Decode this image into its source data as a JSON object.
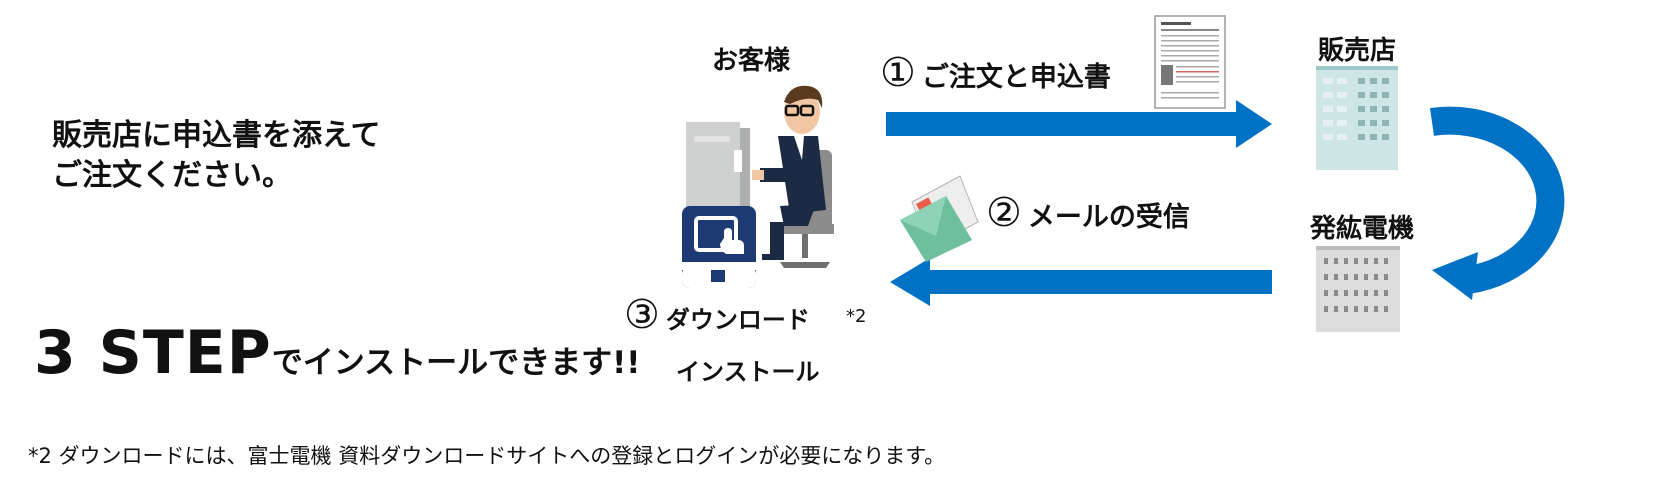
{
  "lead": {
    "line1": "販売店に申込書を添えて",
    "line2": "ご注文ください。"
  },
  "steps_headline": {
    "big": "3 STEP",
    "small": "でインストールできます!!"
  },
  "actors": {
    "customer": "お客様",
    "dealer": "販売店",
    "maker": "発紘電機"
  },
  "step1": {
    "number": "①",
    "label": "ご注文と申込書"
  },
  "step2": {
    "number": "②",
    "label": "メールの受信"
  },
  "step3": {
    "number": "③",
    "label_line1": "ダウンロード",
    "label_line2": "インストール",
    "note_mark": "*2"
  },
  "footnote": "*2 ダウンロードには、富士電機 資料ダウンロードサイトへの登録とログインが必要になります。",
  "colors": {
    "arrow": "#0072c6",
    "building": "#cfe6e6",
    "building_window": "#8fb4b4",
    "envelope": "#6dbf9e"
  }
}
